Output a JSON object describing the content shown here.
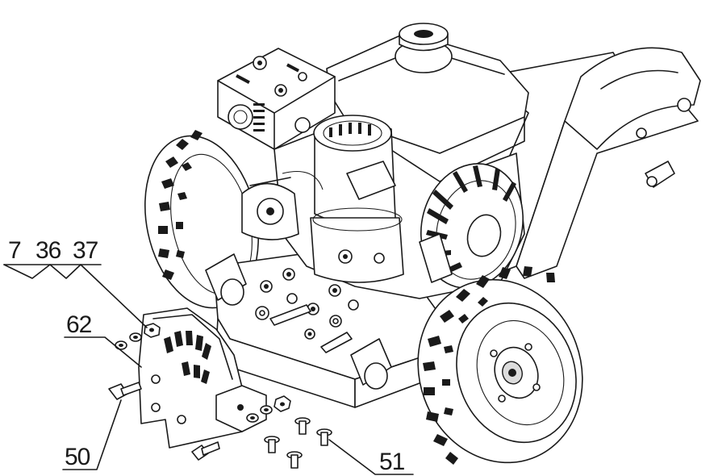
{
  "callouts": {
    "c7": "7",
    "c36": "36",
    "c37": "37",
    "c62": "62",
    "c50": "50",
    "c51": "51"
  }
}
